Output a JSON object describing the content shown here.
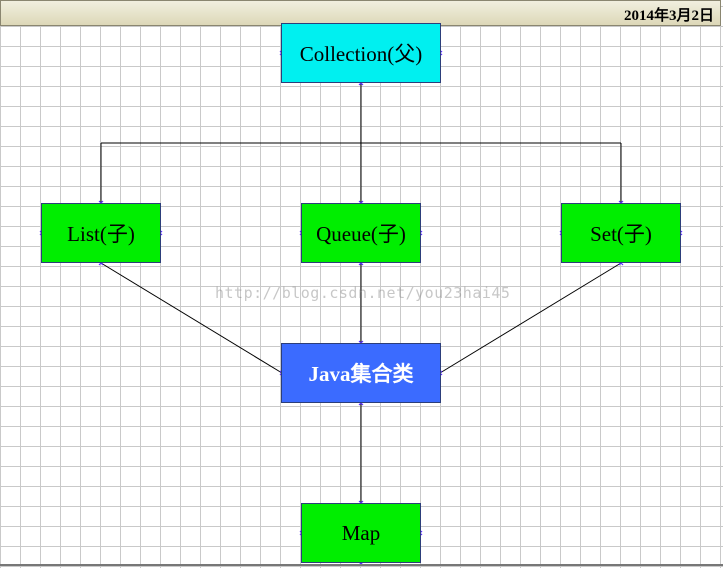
{
  "header": {
    "date": "2014年3月2日"
  },
  "nodes": {
    "collection": "Collection(父)",
    "list": "List(子)",
    "queue": "Queue(子)",
    "set": "Set(子)",
    "java": "Java集合类",
    "map": "Map"
  },
  "watermark": "http://blog.csdn.net/you23hai45",
  "colors": {
    "collection": "#00f0f0",
    "child": "#00ee00",
    "java": "#3b6bff",
    "connector_marker": "#5a2dff"
  }
}
